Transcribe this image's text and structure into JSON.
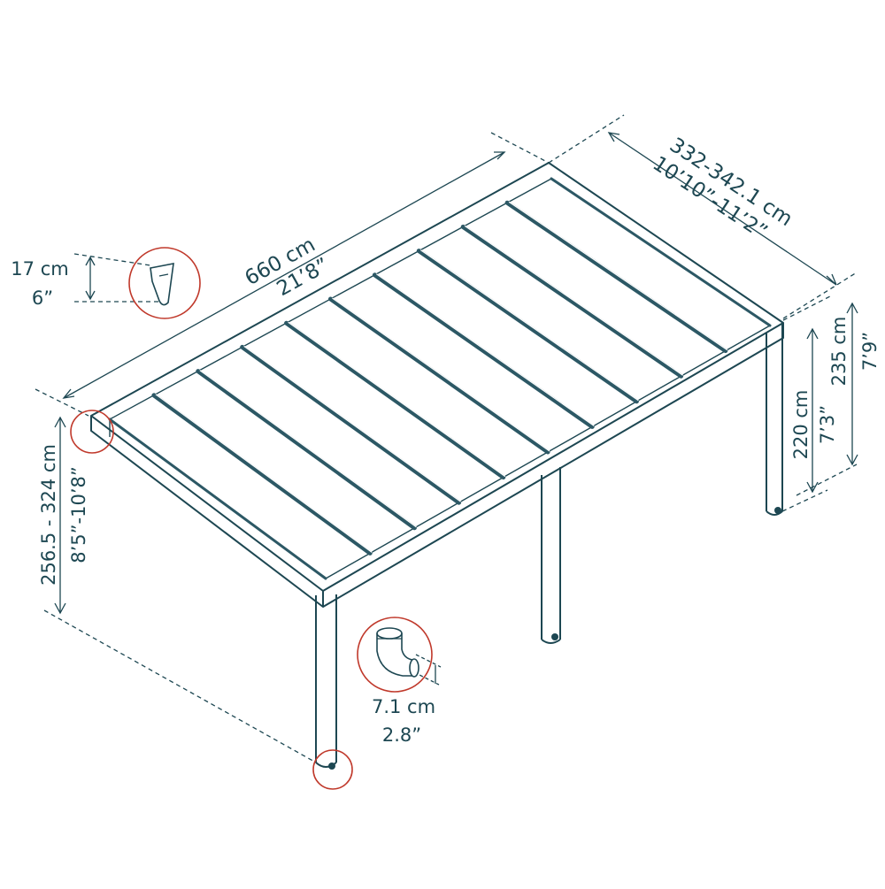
{
  "colors": {
    "ink": "#1d4752",
    "panel": "#2c5865",
    "callout": "#c0392b",
    "background": "#ffffff"
  },
  "dimensions": {
    "length_cm": "660 cm",
    "length_ft": "21’8”",
    "width_cm": "332-342.1 cm",
    "width_ft": "10’10”-11’2”",
    "rear_height_cm": "235 cm",
    "rear_height_ft": "7’9”",
    "front_height_cm": "220 cm",
    "front_height_ft": "7’3”",
    "wall_height_cm": "256.5 - 324 cm",
    "wall_height_ft": "8’5”-10’8”",
    "gutter_cm": "17 cm",
    "gutter_ft": "6”",
    "downpipe_cm": "7.1 cm",
    "downpipe_ft": "2.8”"
  },
  "callouts": [
    {
      "name": "gutter-profile-detail"
    },
    {
      "name": "wall-bracket-detail"
    },
    {
      "name": "downpipe-elbow-detail"
    },
    {
      "name": "post-base-detail"
    }
  ]
}
